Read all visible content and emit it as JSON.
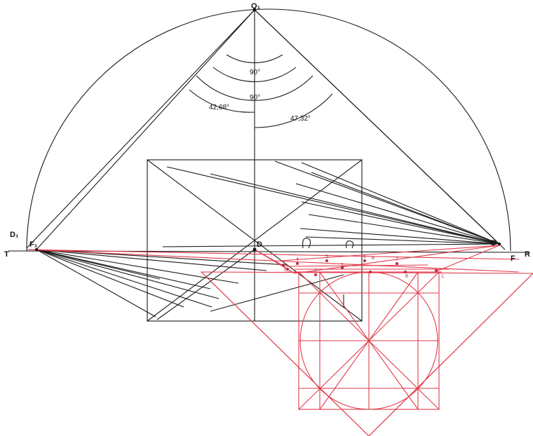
{
  "labels": {
    "top_point": "O₁",
    "left_end": "D₁",
    "left_line_end": "T",
    "left_vanish": "F₁",
    "right_vanish": "D",
    "right_f": "F",
    "right_end": "R",
    "center": "D"
  },
  "angles": {
    "inner_top": "90°",
    "inner_mid": "90°",
    "left": "42,68°",
    "right": "47,32°"
  },
  "red_points": [
    "5",
    "4",
    "6",
    "3",
    "2",
    "8",
    "7",
    "1",
    "8",
    "L"
  ],
  "colors": {
    "construction": "#1a1a1a",
    "overlay": "#e23a4a"
  }
}
